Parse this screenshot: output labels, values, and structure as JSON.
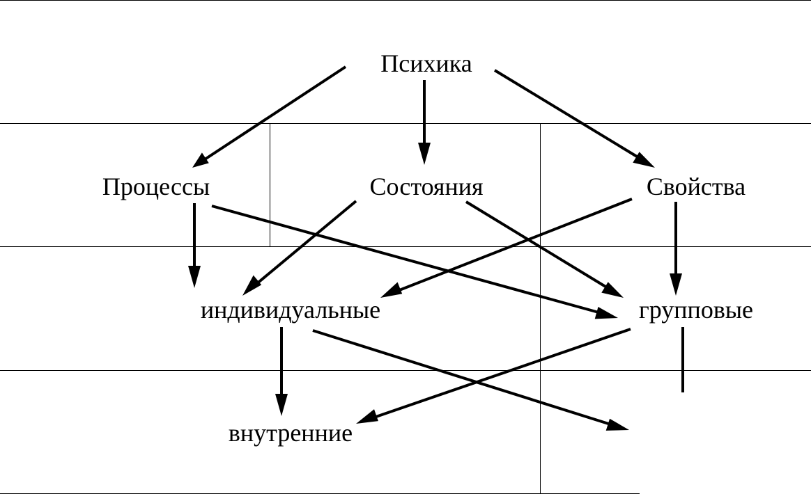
{
  "nodes": {
    "psyche": "Психика",
    "processes": "Процессы",
    "states": "Состояния",
    "properties": "Свойства",
    "individual": "индивидуальные",
    "group": "групповые",
    "internal": "внутренние"
  },
  "colors": {
    "ink": "#000000",
    "background": "#ffffff"
  }
}
